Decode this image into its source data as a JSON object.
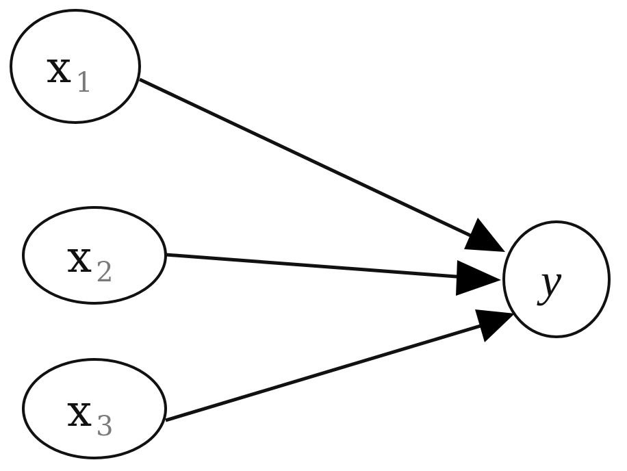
{
  "diagram": {
    "nodes": [
      {
        "id": "x1",
        "base": "x",
        "sub": "1"
      },
      {
        "id": "x2",
        "base": "x",
        "sub": "2"
      },
      {
        "id": "x3",
        "base": "x",
        "sub": "3"
      },
      {
        "id": "y",
        "base": "y",
        "sub": ""
      }
    ],
    "edges": [
      {
        "from": "x1",
        "to": "y"
      },
      {
        "from": "x2",
        "to": "y"
      },
      {
        "from": "x3",
        "to": "y"
      }
    ]
  },
  "colors": {
    "stroke": "#111111",
    "arrowhead": "#000000",
    "subscript": "#7a7a7a",
    "background": "#ffffff"
  }
}
